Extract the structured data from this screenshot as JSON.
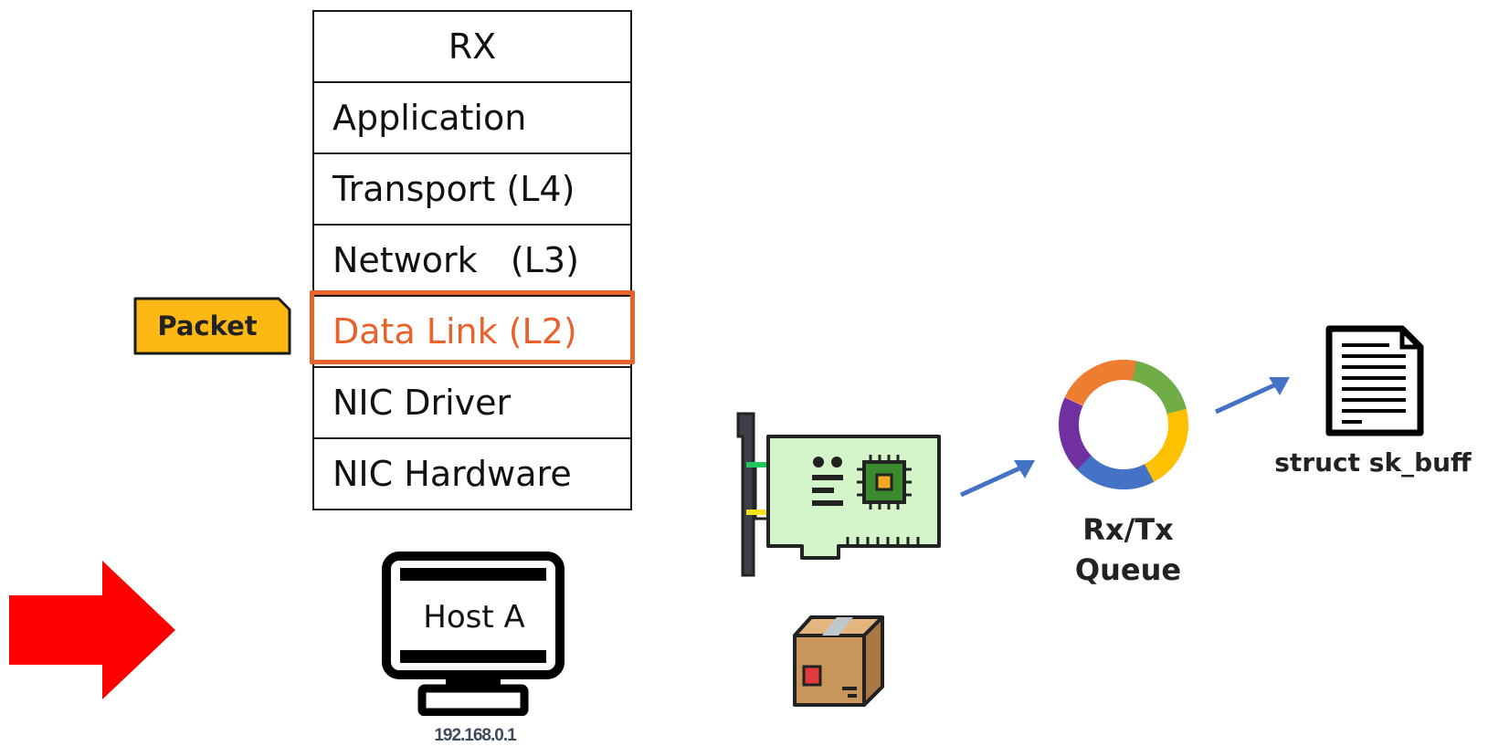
{
  "stack": {
    "header": "RX",
    "layers": [
      "Application",
      "Transport (L4)",
      "Network   (L3)",
      "Data Link (L2)",
      "NIC Driver",
      "NIC Hardware"
    ],
    "active_layer": "Data Link (L2)"
  },
  "packet_tag": "Packet",
  "host": {
    "label": "Host A",
    "ip": "192.168.0.1"
  },
  "queue": {
    "label_line1": "Rx/Tx",
    "label_line2": "Queue"
  },
  "buffer": {
    "label": "struct sk_buff"
  },
  "icons": [
    "right-arrow-icon",
    "computer-monitor-icon",
    "network-card-icon",
    "package-box-icon",
    "ring-queue-icon",
    "document-icon"
  ],
  "colors": {
    "highlight": "#e8622c",
    "packet_tag": "#fdb813",
    "big_arrow": "#ff0000",
    "flow_arrow": "#4472c4",
    "ring": [
      "#70ad47",
      "#ffc000",
      "#4472c4",
      "#7030a0",
      "#ed7d31"
    ]
  }
}
